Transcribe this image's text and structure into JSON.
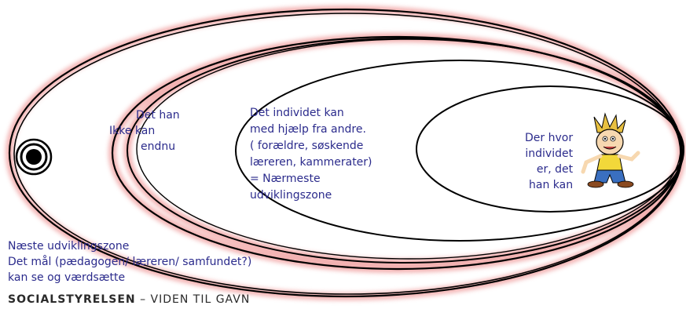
{
  "diagram": {
    "outer_text": [
      "Næste udviklingszone",
      "Det mål (pædagogen/ læreren/ samfundet?)",
      "kan se og værdsætte"
    ],
    "middle_text": [
      "Det han",
      "Ikke kan",
      "endnu"
    ],
    "zone_text": [
      "Det individet kan",
      "med hjælp fra andre.",
      "( forældre, søskende",
      "læreren, kammerater)",
      "= Nærmeste",
      "udviklingszone"
    ],
    "inner_text": [
      "Der hvor",
      "individet",
      "er, det",
      "han kan"
    ]
  },
  "footer": {
    "brand": "SOCIALSTYRELSEN",
    "tagline": " – VIDEN TIL GAVN"
  },
  "colors": {
    "text": "#2b2b8c",
    "ring_glow": "#f0a0a0",
    "stroke": "#000000"
  },
  "icons": [
    "target-icon",
    "cartoon-boy-icon"
  ]
}
